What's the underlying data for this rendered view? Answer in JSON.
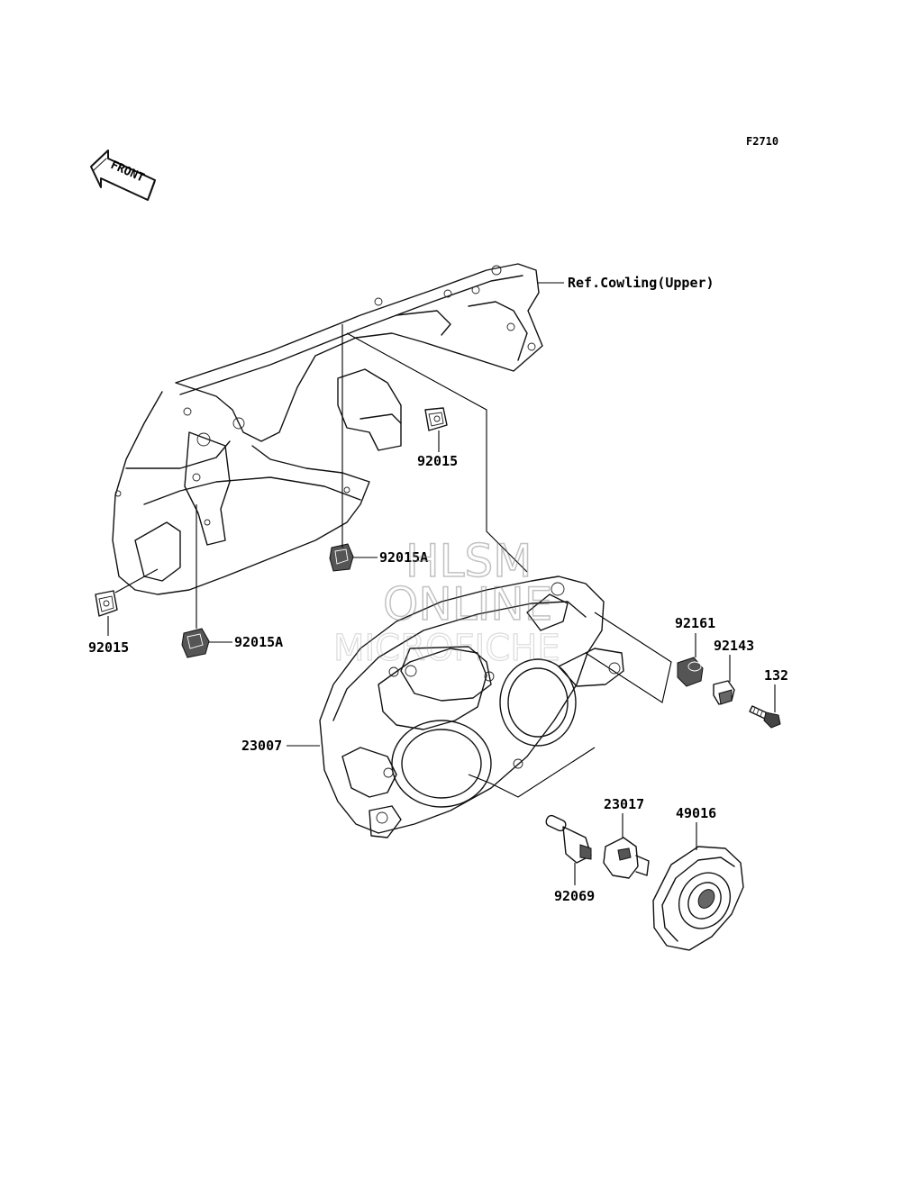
{
  "figure_code": "F2710",
  "front_arrow": "FRONT",
  "reference_label": "Ref.Cowling(Upper)",
  "parts": {
    "p92015_upper": "92015",
    "p92015_lower": "92015",
    "p92015A_upper": "92015A",
    "p92015A_lower": "92015A",
    "p92161": "92161",
    "p92143": "92143",
    "p132": "132",
    "p23007": "23007",
    "p23017": "23017",
    "p49016": "49016",
    "p92069": "92069"
  },
  "watermark": {
    "line1": "HLSM",
    "line2": "ONLINE",
    "line3": "MICROFICHE"
  }
}
